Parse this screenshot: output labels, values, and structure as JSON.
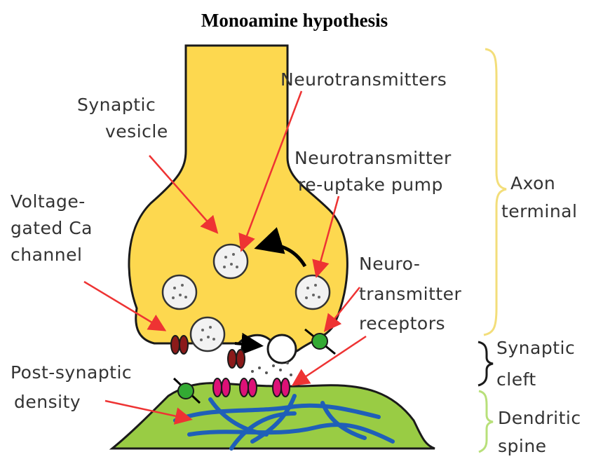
{
  "title": "Monoamine hypothesis",
  "labels": {
    "synaptic_vesicle": [
      "Synaptic",
      "vesicle"
    ],
    "neurotransmitters": "Neurotransmitters",
    "reuptake_pump": [
      "Neurotransmitter",
      "re-uptake pump"
    ],
    "ca_channel": [
      "Voltage-",
      "gated Ca",
      "channel"
    ],
    "receptors": [
      "Neuro-",
      "transmitter",
      "receptors"
    ],
    "psd": [
      "Post-synaptic",
      "density"
    ],
    "axon_terminal": [
      "Axon",
      "terminal"
    ],
    "synaptic_cleft": [
      "Synaptic",
      "cleft"
    ],
    "dendritic_spine": [
      "Dendritic",
      "spine"
    ]
  },
  "colors": {
    "axon": "#fdd84f",
    "axon_outline": "#1a1a1a",
    "spine": "#99cc44",
    "arrow": "#ee3333",
    "ca_channel": "#8b1a1a",
    "receptor": "#dd1177",
    "reuptake": "#33aa33",
    "cytoskeleton": "#1f5fb8",
    "brace_axon": "#f3de7a",
    "brace_spine": "#b8e07a"
  }
}
